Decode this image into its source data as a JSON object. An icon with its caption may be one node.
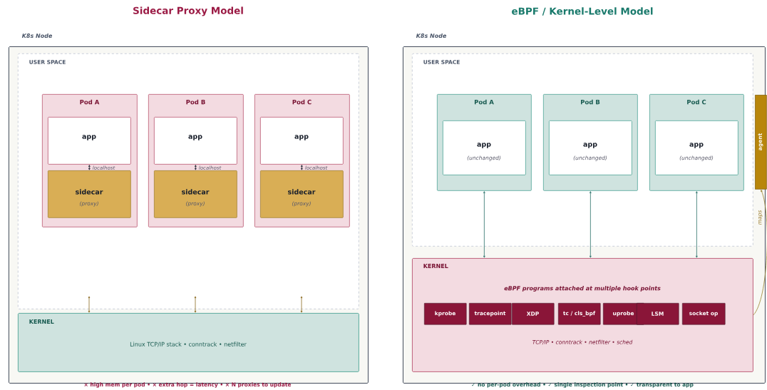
{
  "diagram": {
    "nodes": [
      {
        "text": [
          "K8s Node"
        ]
      },
      {
        "text": [
          "USER SPACE"
        ],
        "in": 0
      },
      {
        "text": [
          "Pod A"
        ],
        "in": 1
      },
      {
        "text": [
          "app"
        ],
        "in": 2
      },
      {
        "text": [
          "sidecar",
          "(proxy)"
        ],
        "in": 2
      },
      {
        "text": [
          "Pod B"
        ],
        "in": 1
      },
      {
        "text": [
          "app"
        ],
        "in": 5
      },
      {
        "text": [
          "sidecar",
          "(proxy)"
        ],
        "in": 5
      },
      {
        "text": [
          "Pod C"
        ],
        "in": 1
      },
      {
        "text": [
          "app"
        ],
        "in": 8
      },
      {
        "text": [
          "sidecar",
          "(proxy)"
        ],
        "in": 8
      },
      {
        "text": [
          "KERNEL",
          "Linux TCP/IP stack  •  conntrack  •  netfilter"
        ],
        "in": 0
      },
      {
        "text": [
          "K8s Node"
        ]
      },
      {
        "text": [
          "USER SPACE"
        ],
        "in": 12
      },
      {
        "text": [
          "Pod A"
        ],
        "in": 13
      },
      {
        "text": [
          "app",
          "(unchanged)"
        ],
        "in": 14
      },
      {
        "text": [
          "Pod B"
        ],
        "in": 13
      },
      {
        "text": [
          "app",
          "(unchanged)"
        ],
        "in": 16
      },
      {
        "text": [
          "Pod C"
        ],
        "in": 13
      },
      {
        "text": [
          "app",
          "(unchanged)"
        ],
        "in": 18
      },
      {
        "text": [
          "KERNEL",
          "eBPF programs attached at multiple hook points",
          "TCP/IP  •  conntrack  •  netfilter  •  sched"
        ],
        "in": 12
      },
      {
        "text": [
          "kprobe"
        ],
        "in": 20
      },
      {
        "text": [
          "tracepoint"
        ],
        "in": 20
      },
      {
        "text": [
          "XDP"
        ],
        "in": 20
      },
      {
        "text": [
          "tc / cls_bpf"
        ],
        "in": 20
      },
      {
        "text": [
          "uprobe"
        ],
        "in": 20
      },
      {
        "text": [
          "LSM"
        ],
        "in": 20
      },
      {
        "text": [
          "socket op"
        ],
        "in": 20
      },
      {
        "text": [
          "agent"
        ],
        "in": 12
      }
    ],
    "edges": [
      {
        "from": 3,
        "to": 4,
        "arrow": "both",
        "label": "localhost"
      },
      {
        "from": 6,
        "to": 7,
        "arrow": "both",
        "label": "localhost"
      },
      {
        "from": 9,
        "to": 10,
        "arrow": "both",
        "label": "localhost"
      },
      {
        "from": 1,
        "to": 11,
        "arrow": "both",
        "color": "#8b6a1f"
      },
      {
        "from": 1,
        "to": 11,
        "arrow": "both",
        "color": "#8b6a1f"
      },
      {
        "from": 1,
        "to": 11,
        "arrow": "both",
        "color": "#8b6a1f"
      },
      {
        "from": 20,
        "to": 14,
        "arrow": "both",
        "color": "#2a7068"
      },
      {
        "from": 20,
        "to": 16,
        "arrow": "both",
        "color": "#2a7068"
      },
      {
        "from": 20,
        "to": 18,
        "arrow": "both",
        "color": "#2a7068"
      },
      {
        "from": 20,
        "to": 28,
        "arrow": "to",
        "label": "maps",
        "color": "#9a8430"
      }
    ],
    "labels": [
      "Sidecar Proxy Model",
      "eBPF / Kernel-Level Model",
      "× high mem per pod  •  × extra hop = latency  •  × N proxies to update",
      "✓ no per-pod overhead  •  ✓ single inspection point  •  ✓ transparent to app"
    ]
  }
}
